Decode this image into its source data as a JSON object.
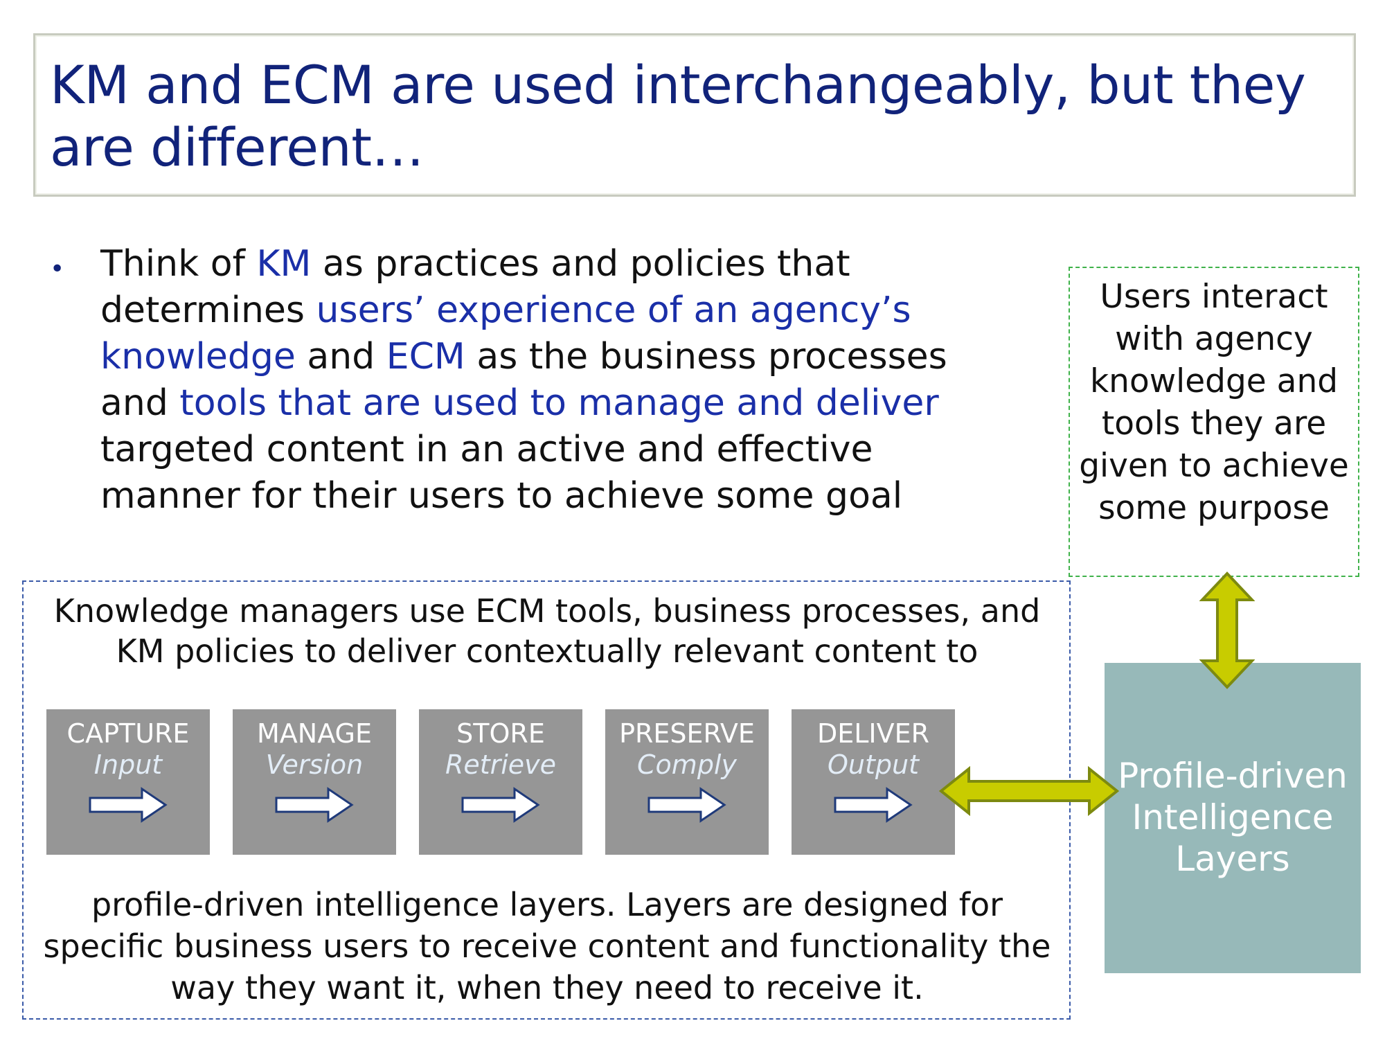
{
  "title": "KM and ECM are used interchangeably, but they are different…",
  "bullet": {
    "marker": "•",
    "parts": [
      {
        "text": "Think of ",
        "hl": false
      },
      {
        "text": "KM",
        "hl": true
      },
      {
        "text": " as practices and policies that determines ",
        "hl": false
      },
      {
        "text": "users’ experience of an agency’s knowledge",
        "hl": true
      },
      {
        "text": " and ",
        "hl": false
      },
      {
        "text": "ECM",
        "hl": true
      },
      {
        "text": " as the business processes and ",
        "hl": false
      },
      {
        "text": "tools that are used to manage and deliver",
        "hl": true
      },
      {
        "text": " targeted content in an active and effective manner for their users to achieve some goal",
        "hl": false
      }
    ]
  },
  "users_box": {
    "text": "Users interact with agency knowledge and tools they are given to achieve some purpose"
  },
  "km_box": {
    "top_text": "Knowledge managers use ECM tools, business processes, and KM policies to deliver contextually relevant content to",
    "bottom_text": "profile-driven intelligence layers.  Layers are designed for specific business users to receive content and functionality the way they want it, when they need to receive it."
  },
  "process_steps": [
    {
      "name": "CAPTURE",
      "sub": "Input"
    },
    {
      "name": "MANAGE",
      "sub": "Version"
    },
    {
      "name": "STORE",
      "sub": "Retrieve"
    },
    {
      "name": "PRESERVE",
      "sub": "Comply"
    },
    {
      "name": "DELIVER",
      "sub": "Output"
    }
  ],
  "profile_box": {
    "text": "Profile-driven Intelligence Layers"
  },
  "colors": {
    "title": "#11237a",
    "highlight": "#1a2fa8",
    "process_box": "#969696",
    "profile_box": "#97b9b9",
    "connector_arrow": "#c8cc00",
    "users_border": "#3fb24a",
    "km_border": "#3a5aa8"
  },
  "icons": [
    "right-arrow-icon",
    "double-headed-arrow-icon"
  ]
}
